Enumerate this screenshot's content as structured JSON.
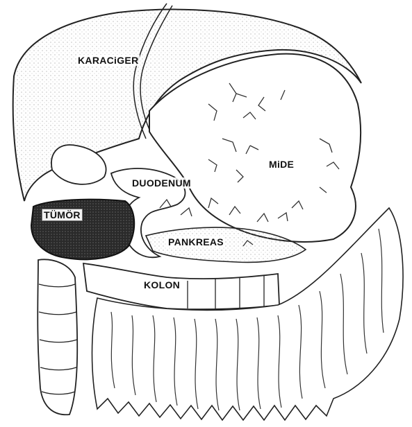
{
  "labels": {
    "liver": "KARACiGER",
    "stomach": "MiDE",
    "duodenum": "DUODENUM",
    "tumor": "TÜMÖR",
    "pancreas": "PANKREAS",
    "colon": "KOLON"
  }
}
